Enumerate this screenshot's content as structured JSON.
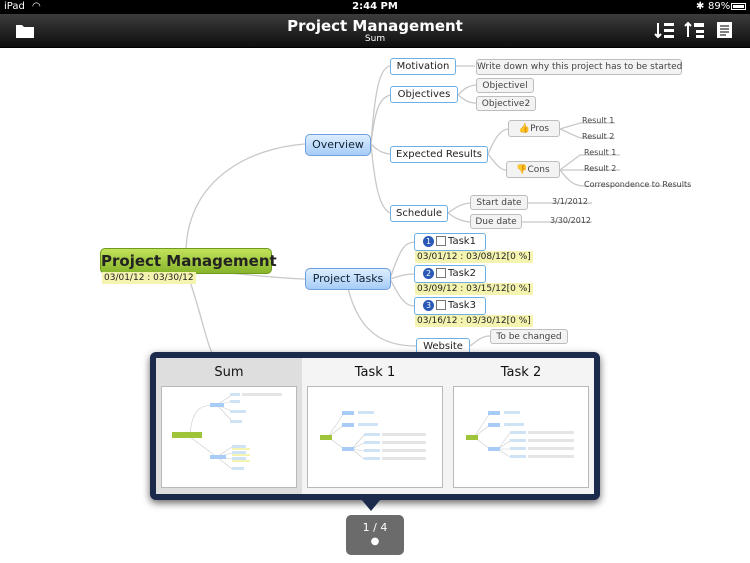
{
  "status": {
    "device": "iPad",
    "time": "2:44 PM",
    "battery": "89%"
  },
  "nav": {
    "title": "Project Management",
    "subtitle": "Sum"
  },
  "mindmap": {
    "root": {
      "label": "Project Management",
      "dates": "03/01/12 : 03/30/12"
    },
    "overview": "Overview",
    "motivation": "Motivation",
    "motivation_note": "Write down why this project has to be started",
    "objectives": "Objectives",
    "objective1": "Objectivel",
    "objective2": "Objective2",
    "expected_results": "Expected Results",
    "pros": "Pros",
    "cons": "Cons",
    "result1": "Result 1",
    "result2": "Result 2",
    "correspondence": "Correspondence to Results",
    "schedule": "Schedule",
    "start_label": "Start date",
    "start_value": "3/1/2012",
    "due_label": "Due date",
    "due_value": "3/30/2012",
    "project_tasks": "Project Tasks",
    "tasks": [
      {
        "num": "1",
        "label": "Task1",
        "dates": "03/01/12 : 03/08/12[0 %]"
      },
      {
        "num": "2",
        "label": "Task2",
        "dates": "03/09/12 : 03/15/12[0 %]"
      },
      {
        "num": "3",
        "label": "Task3",
        "dates": "03/16/12 : 03/30/12[0 %]"
      }
    ],
    "website": "Website",
    "website_note": "To be changed"
  },
  "sheets": {
    "tabs": [
      {
        "label": "Sum"
      },
      {
        "label": "Task 1"
      },
      {
        "label": "Task 2"
      }
    ],
    "selected": "Sum",
    "page_indicator": "1 / 4"
  },
  "colors": {
    "topic_blue": "#a6ccf7",
    "root_green": "#86b42a",
    "popup_navy": "#1c2a4c"
  }
}
